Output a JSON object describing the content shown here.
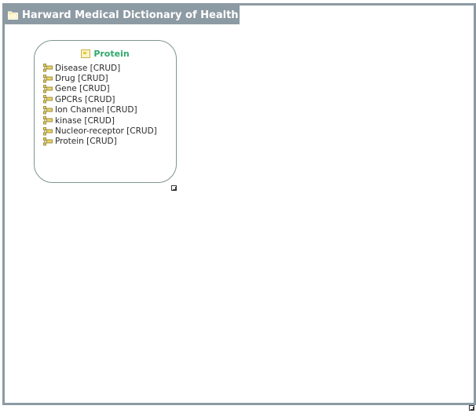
{
  "map": {
    "title": "Harward Medical Dictionary of Health Map",
    "title_icon": "folder-icon"
  },
  "entity": {
    "title": "Protein",
    "icon": "table-icon",
    "items": [
      {
        "label": "Disease [CRUD]",
        "icon": "relation-icon"
      },
      {
        "label": "Drug [CRUD]",
        "icon": "relation-icon"
      },
      {
        "label": "Gene [CRUD]",
        "icon": "relation-icon"
      },
      {
        "label": "GPCRs [CRUD]",
        "icon": "relation-icon"
      },
      {
        "label": "Ion Channel [CRUD]",
        "icon": "relation-icon"
      },
      {
        "label": "kinase [CRUD]",
        "icon": "relation-icon"
      },
      {
        "label": "Nucleor-receptor [CRUD]",
        "icon": "relation-icon"
      },
      {
        "label": "Protein [CRUD]",
        "icon": "relation-icon"
      }
    ]
  },
  "colors": {
    "frame": "#8c9aa3",
    "entity_title": "#2fa86b",
    "icon_fill": "#e8d36a",
    "icon_stroke": "#8a7a20"
  }
}
